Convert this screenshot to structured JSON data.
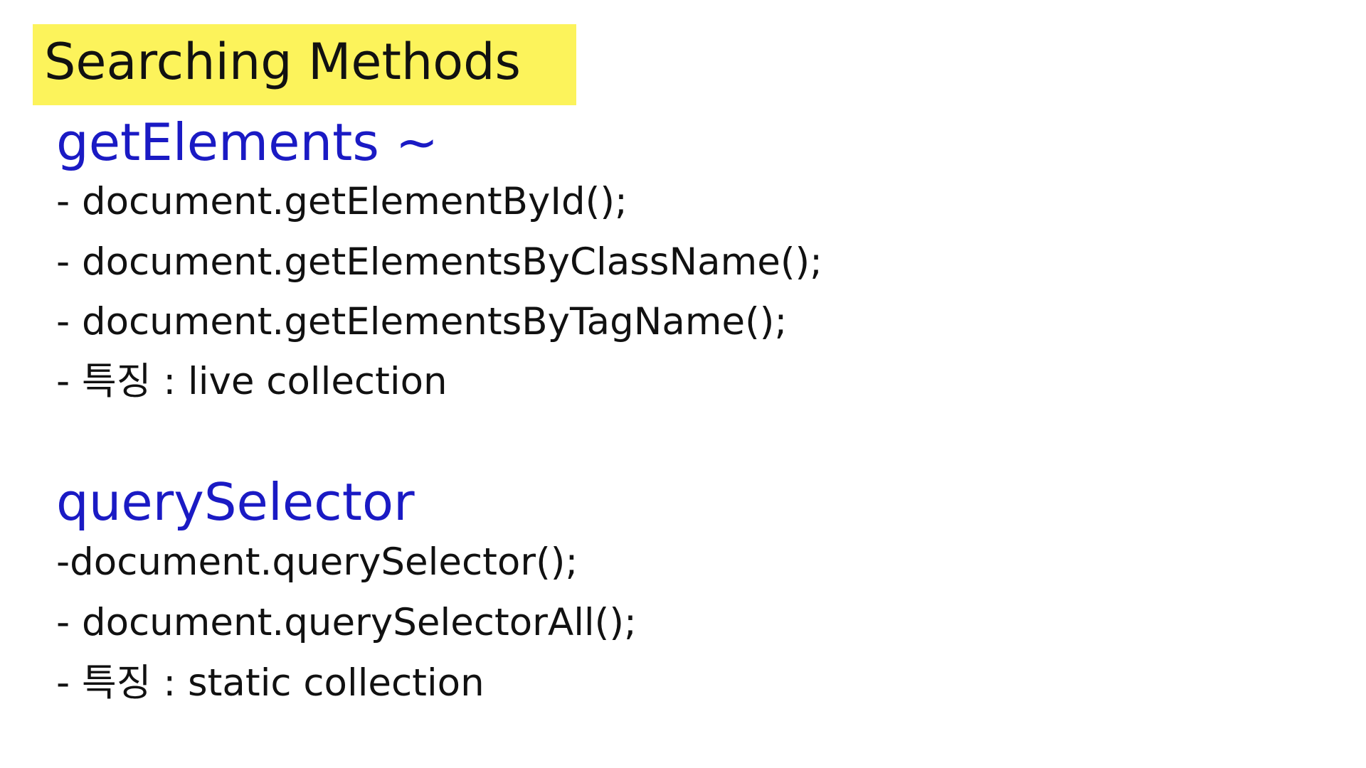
{
  "title": "Searching Methods",
  "accent_color": "#1a1ac4",
  "highlight_color": "#fcf35b",
  "sections": [
    {
      "heading": "getElements ~",
      "lines": [
        "- document.getElementById();",
        "- document.getElementsByClassName();",
        "- document.getElementsByTagName();",
        "- 특징 : live collection"
      ]
    },
    {
      "heading": "querySelector",
      "lines": [
        "-document.querySelector();",
        "- document.querySelectorAll();",
        "- 특징 : static collection"
      ]
    }
  ]
}
